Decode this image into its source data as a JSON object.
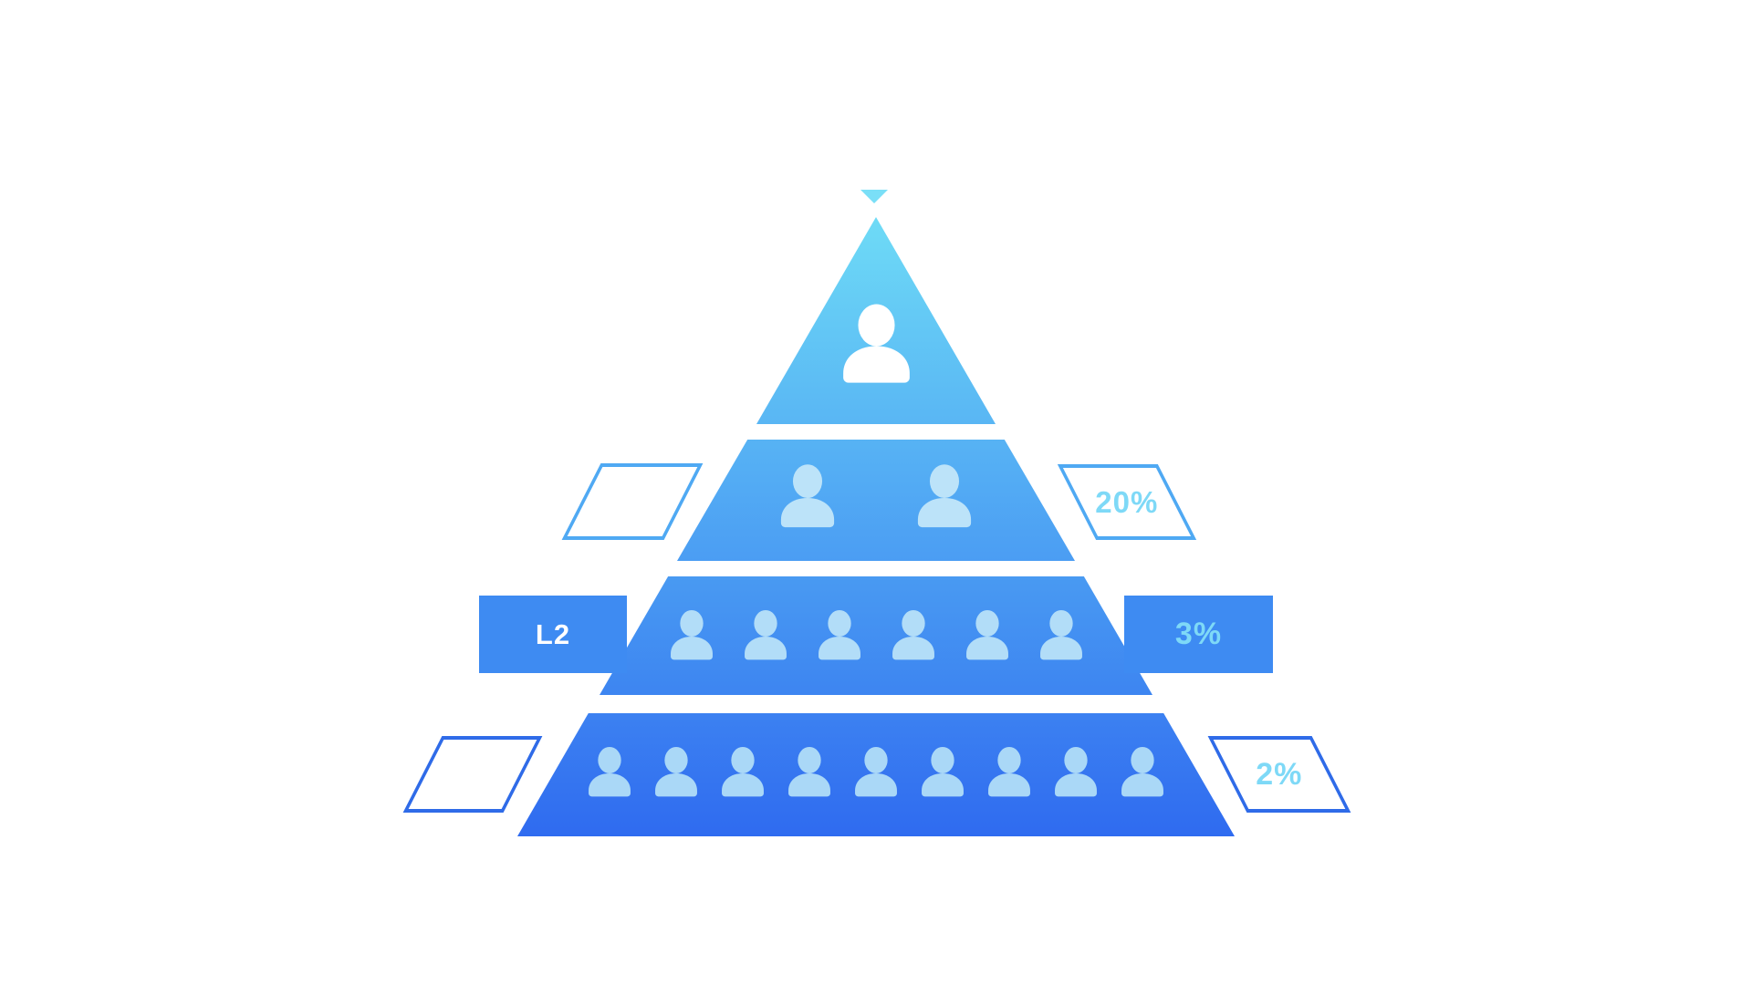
{
  "pyramid": {
    "description": "Four-level population pyramid infographic with person icons and side tags",
    "apex_marker_icon": "down-triangle",
    "levels": [
      {
        "level": 1,
        "people_count": 1,
        "left_tag": null,
        "right_tag": null
      },
      {
        "level": 2,
        "people_count": 2,
        "left_tag": {
          "style": "outline",
          "label": ""
        },
        "right_tag": {
          "style": "outline",
          "label": "20%"
        }
      },
      {
        "level": 3,
        "people_count": 6,
        "left_tag": {
          "style": "solid",
          "label": "L2"
        },
        "right_tag": {
          "style": "solid",
          "label": "3%"
        }
      },
      {
        "level": 4,
        "people_count": 9,
        "left_tag": {
          "style": "outline",
          "label": ""
        },
        "right_tag": {
          "style": "outline",
          "label": "2%"
        }
      }
    ]
  },
  "colors": {
    "arrow": "#7ADFF7",
    "t1_top": "#6EDBF6",
    "t1_bottom": "#59B6F4",
    "t2_top": "#57B3F4",
    "t2_bottom": "#4B9DF3",
    "t3_top": "#499AF2",
    "t3_bottom": "#3D85F1",
    "t4_top": "#3C81F1",
    "t4_bottom": "#2F6BF0",
    "person_level1": "#FFFFFF",
    "person_level2": "#BCE3F9",
    "person_level3": "#B2DDF8",
    "person_level4": "#AAD8F7",
    "tag_solid_bg": "#3E8BF2",
    "tag_text_cyan": "#7ED9F7",
    "tag_text_white": "#FFFFFF",
    "tag_outline_light": "#4FA9F3",
    "tag_outline_dark": "#2F6BE8"
  }
}
